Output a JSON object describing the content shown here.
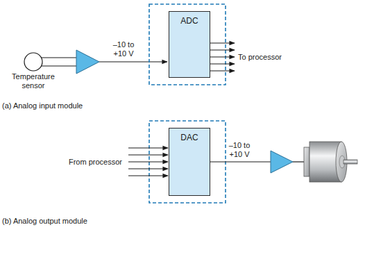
{
  "diagram": {
    "nodes": [
      {
        "text": [
          "ADC"
        ]
      },
      {
        "text": [
          "DAC"
        ]
      }
    ],
    "labels": [
      "Temperature sensor",
      "–10 to +10 V",
      "To processor",
      "(a) Analog input module",
      "From processor",
      "–10 to +10 V",
      "(b) Analog output module"
    ]
  }
}
